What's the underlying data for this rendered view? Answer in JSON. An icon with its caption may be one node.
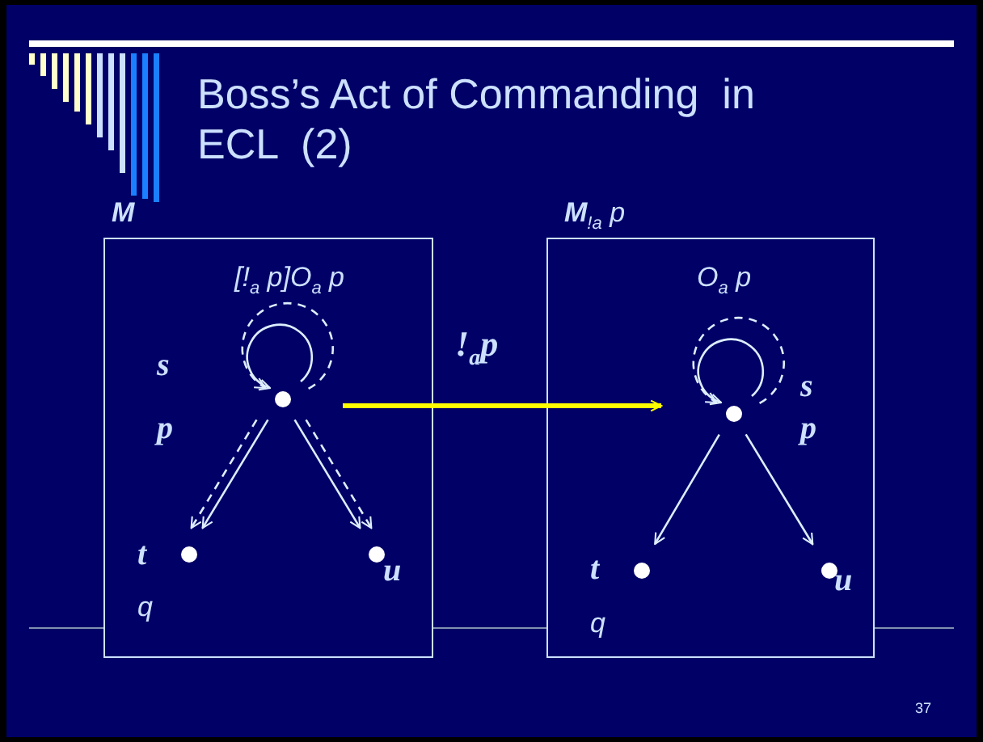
{
  "diagram": {
    "title": "Boss’s Act of Commanding  in ECL  (2)",
    "nodes": [
      {
        "text": [
          "**M**"
        ]
      },
      {
        "text": [],
        "shape": "circle",
        "in": 0,
        "beside": [
          "[!$_{a}$ p]O$_{a}$ p",
          "s",
          "p"
        ]
      },
      {
        "text": [],
        "shape": "circle",
        "in": 0,
        "beside": [
          "t",
          "q"
        ]
      },
      {
        "text": [],
        "shape": "circle",
        "in": 0,
        "beside": [
          "u"
        ]
      },
      {
        "text": [
          "**M**$_{!a}$ p"
        ]
      },
      {
        "text": [],
        "shape": "circle",
        "in": 4,
        "beside": [
          "O$_{a}$ p",
          "s",
          "p"
        ]
      },
      {
        "text": [],
        "shape": "circle",
        "in": 4,
        "beside": [
          "t",
          "q"
        ]
      },
      {
        "text": [],
        "shape": "circle",
        "in": 4,
        "beside": [
          "u"
        ]
      }
    ],
    "edges": [
      {
        "from": 1,
        "to": 1,
        "arrow": "to"
      },
      {
        "from": 1,
        "to": 1,
        "arrow": "to",
        "style": "dashed"
      },
      {
        "from": 1,
        "to": 2,
        "arrow": "to"
      },
      {
        "from": 1,
        "to": 2,
        "arrow": "to",
        "style": "dashed"
      },
      {
        "from": 1,
        "to": 3,
        "arrow": "to"
      },
      {
        "from": 1,
        "to": 3,
        "arrow": "to",
        "style": "dashed"
      },
      {
        "from": 1,
        "to": 5,
        "arrow": "to",
        "label": "!$_{a}$p",
        "color": "#ffff00",
        "style": "thick"
      },
      {
        "from": 5,
        "to": 5,
        "arrow": "to"
      },
      {
        "from": 5,
        "to": 5,
        "arrow": "to",
        "style": "dashed"
      },
      {
        "from": 5,
        "to": 6,
        "arrow": "to"
      },
      {
        "from": 5,
        "to": 7,
        "arrow": "to"
      }
    ],
    "labels": [
      "37"
    ]
  }
}
